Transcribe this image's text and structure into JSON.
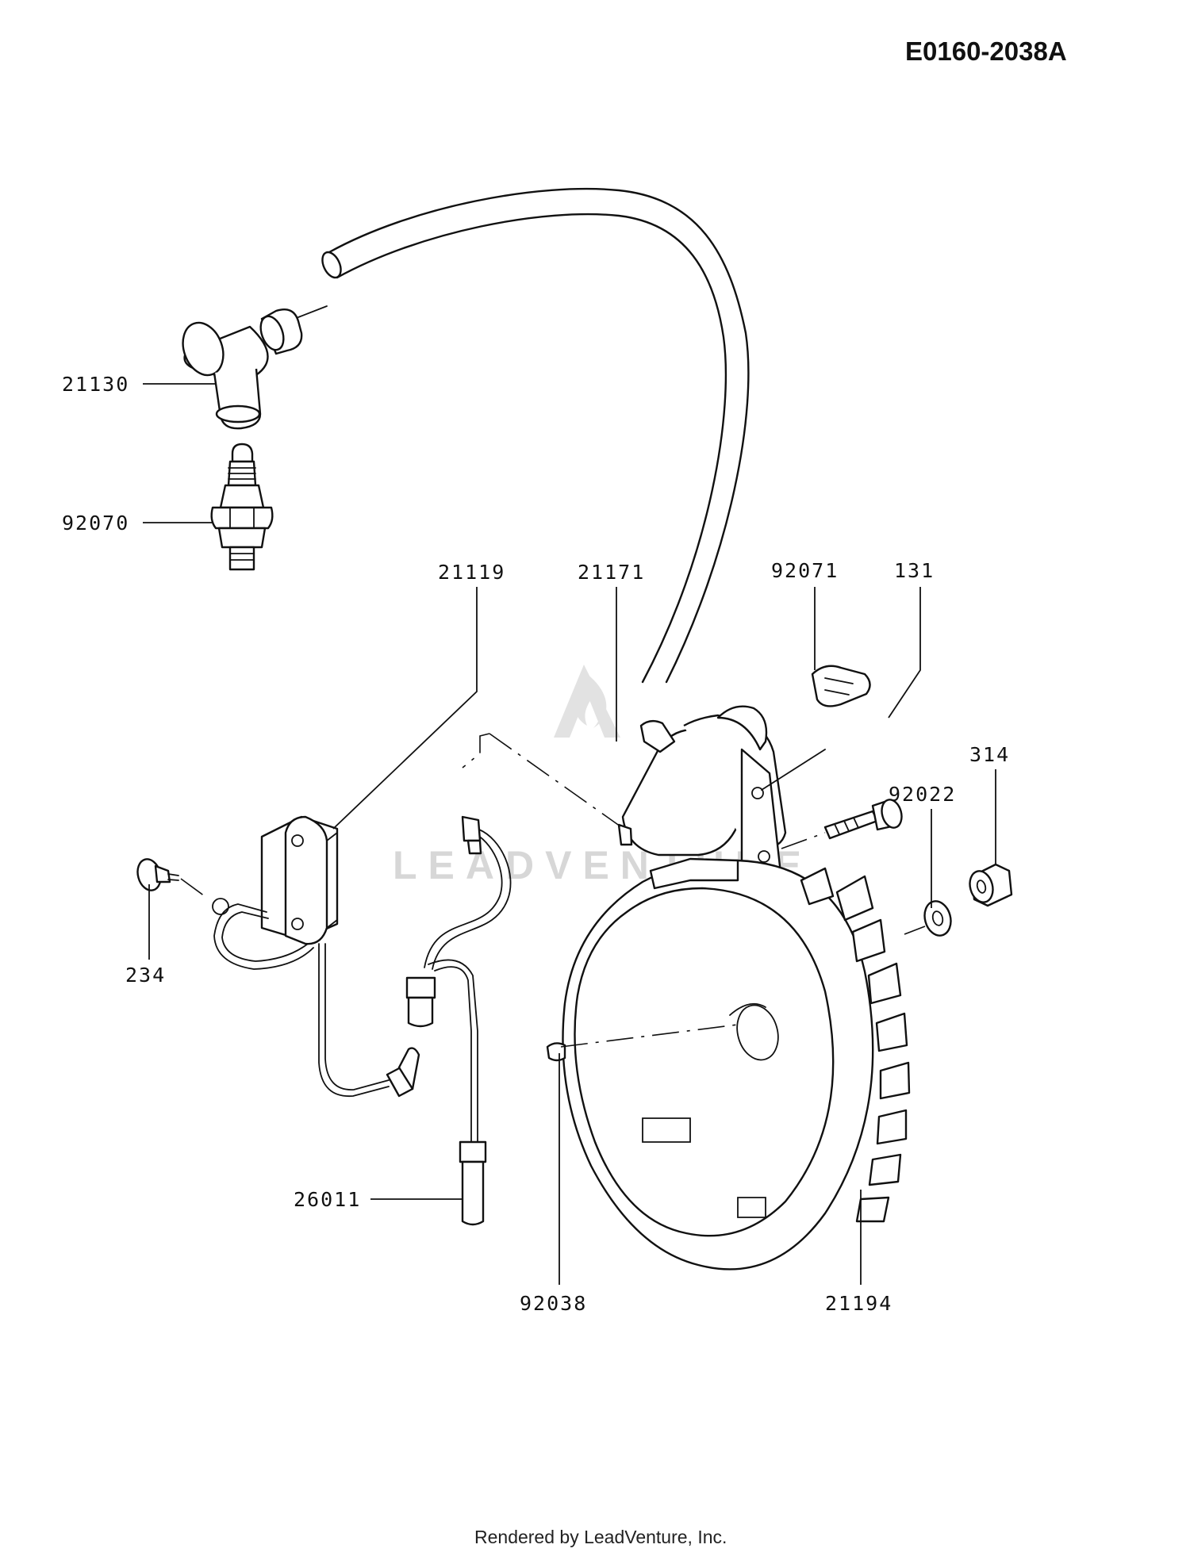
{
  "diagram": {
    "code": "E0160-2038A",
    "footer": "Rendered by LeadVenture, Inc.",
    "watermark": "LEADVENTURE",
    "part_labels": {
      "p21130": "21130",
      "p92070": "92070",
      "p21119": "21119",
      "p21171": "21171",
      "p92071": "92071",
      "p131": "131",
      "p314": "314",
      "p92022": "92022",
      "p234": "234",
      "p26011": "26011",
      "p92038": "92038",
      "p21194": "21194"
    }
  }
}
